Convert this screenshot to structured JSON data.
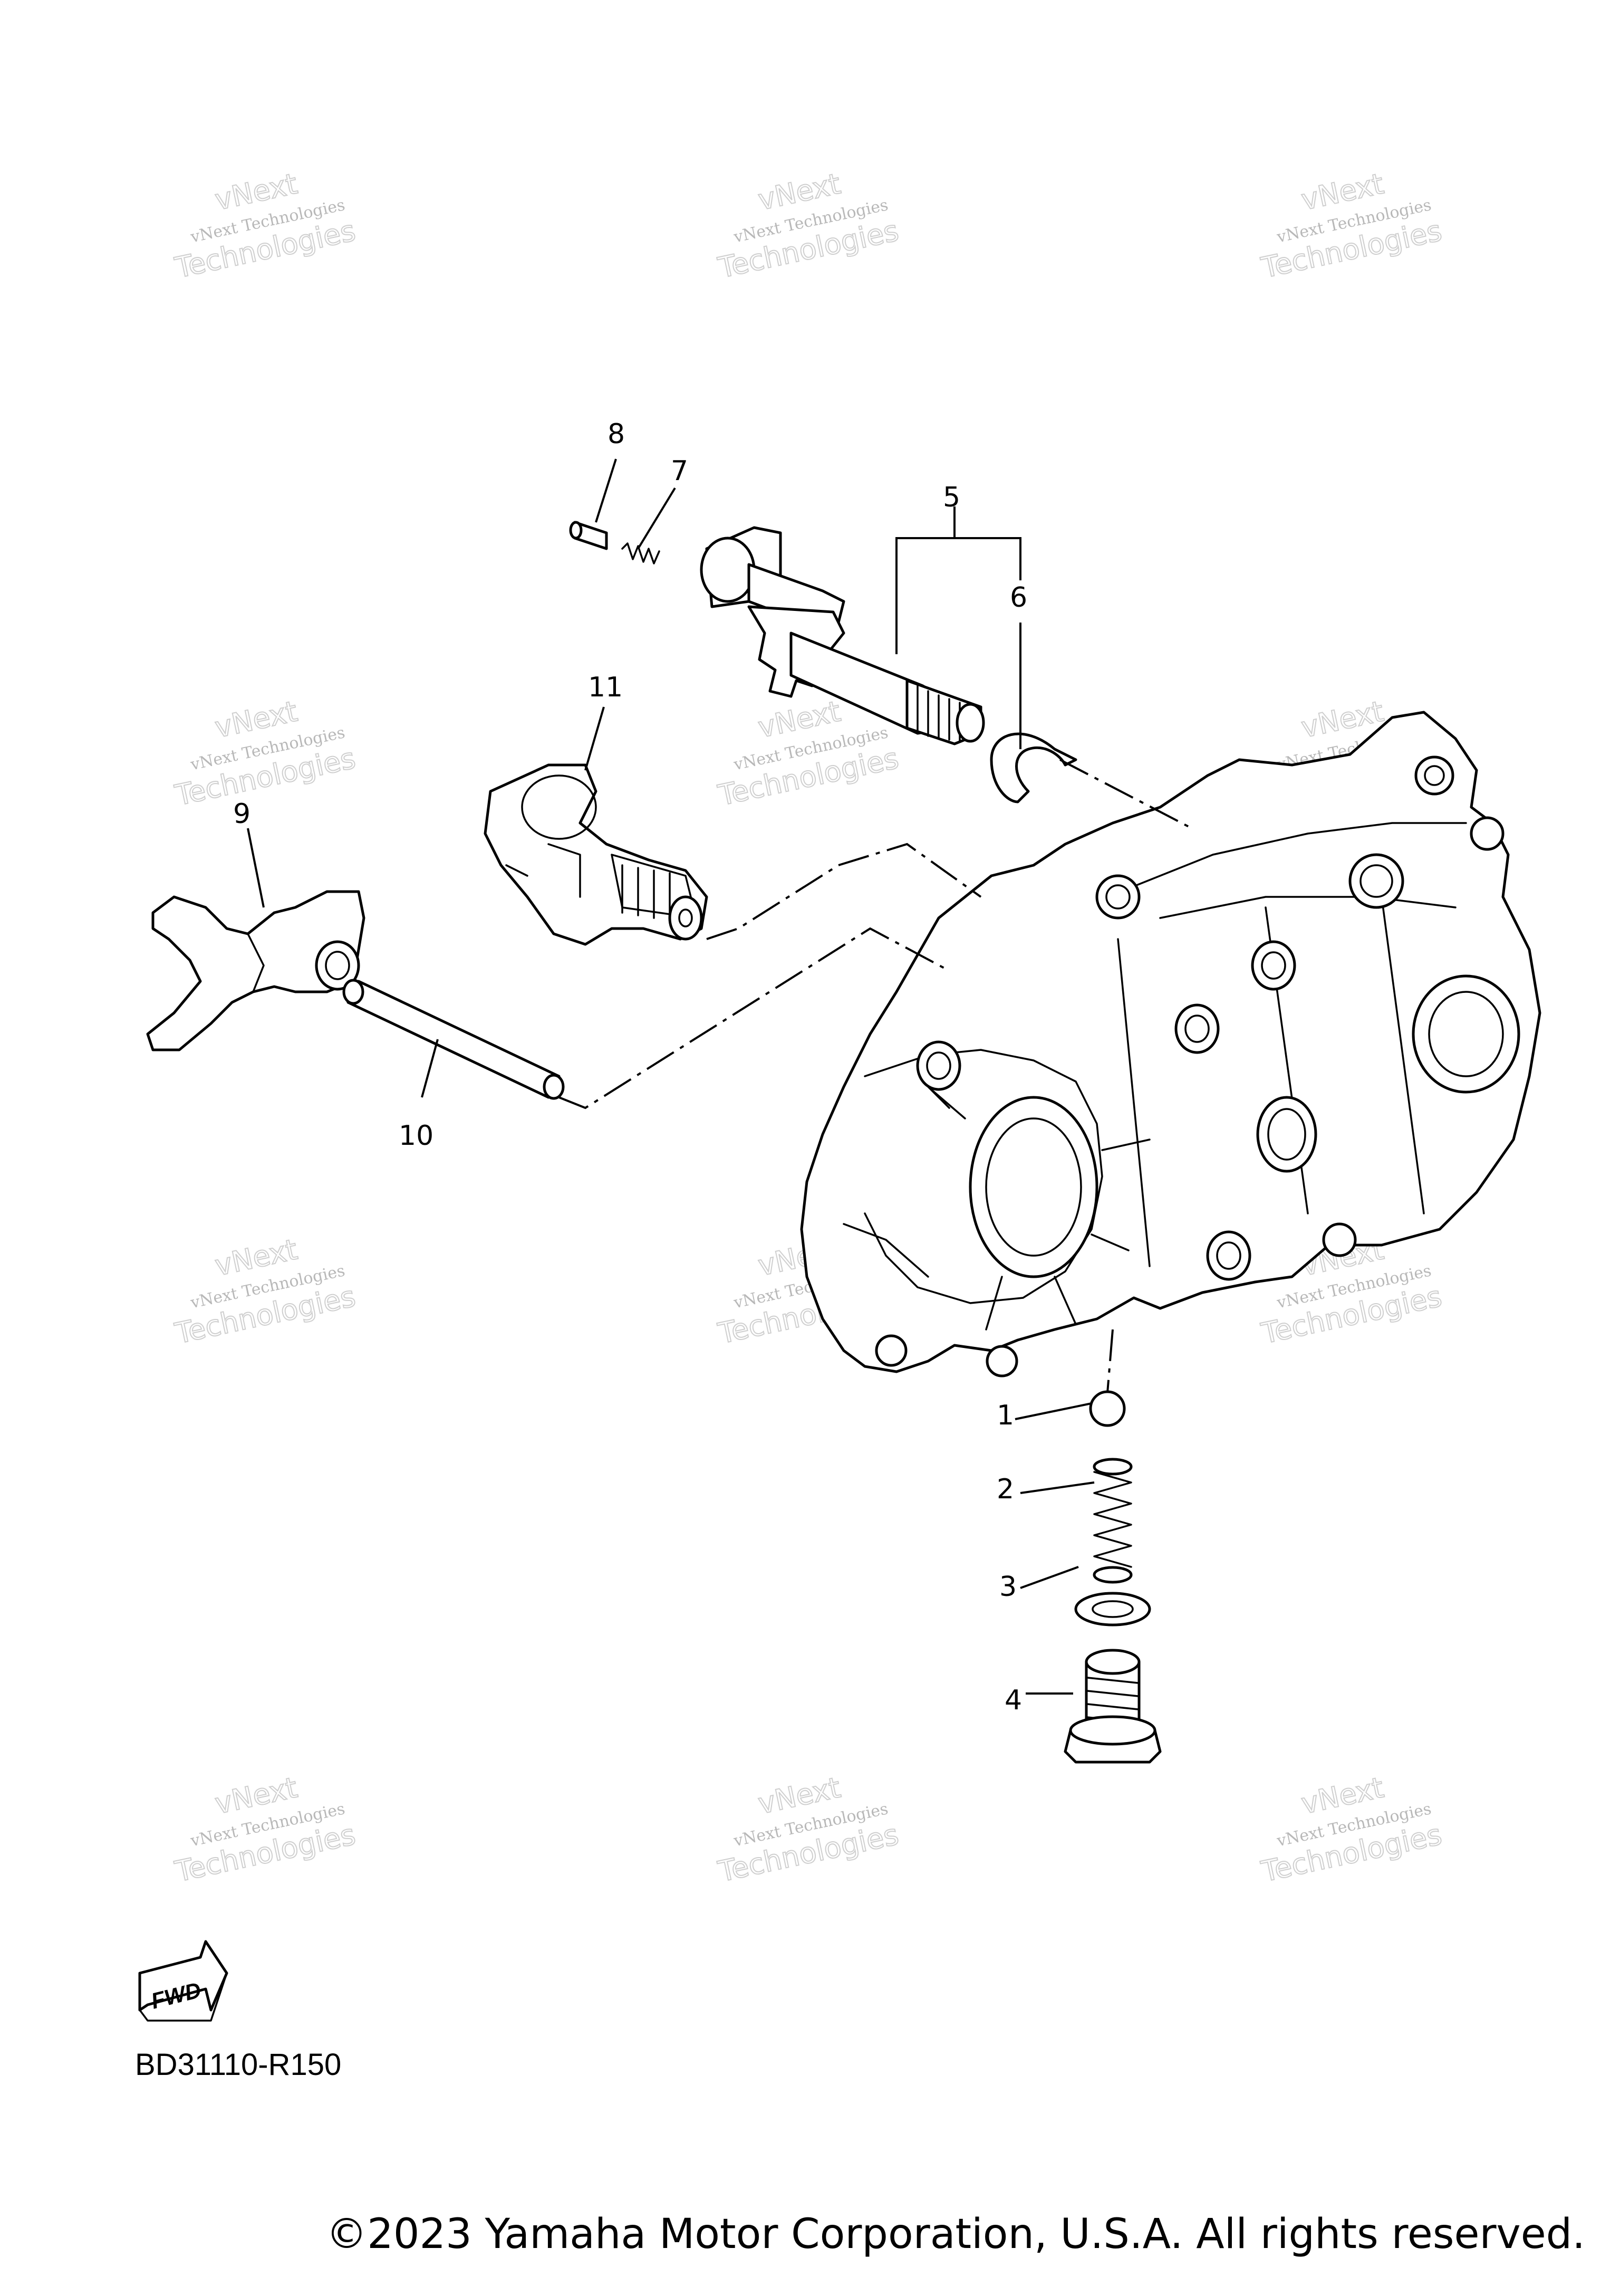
{
  "callouts": {
    "c1": "1",
    "c2": "2",
    "c3": "3",
    "c4": "4",
    "c5": "5",
    "c6": "6",
    "c7": "7",
    "c8": "8",
    "c9": "9",
    "c10": "10",
    "c11": "11"
  },
  "watermark": {
    "line_top": "vNext",
    "line_small": "vNext Technologies",
    "line_big": "Technologies"
  },
  "fwd_label": "FWD",
  "diagram_code": "BD31110-R150",
  "copyright": "©2023 Yamaha Motor Corporation, U.S.A. All rights reserved."
}
